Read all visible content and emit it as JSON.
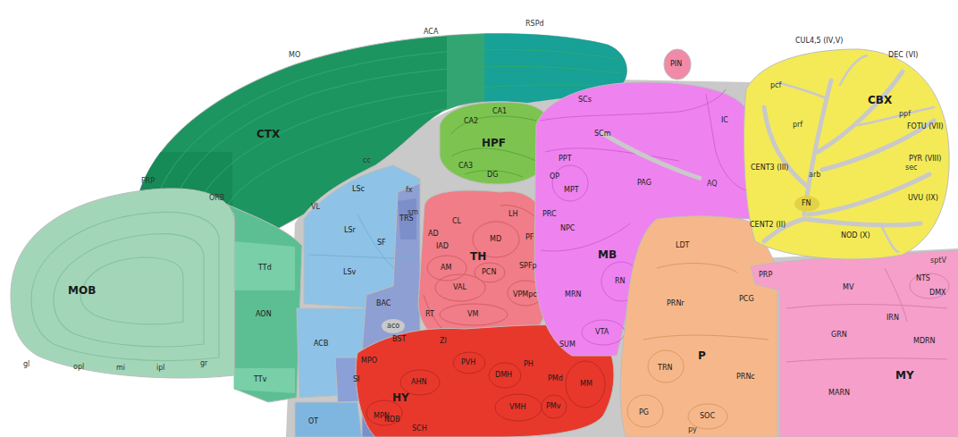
{
  "diagram": {
    "nodes": [
      {
        "text": [
          "MOB"
        ]
      },
      {
        "text": [
          "CTX"
        ]
      },
      {
        "text": [
          "TTd"
        ]
      },
      {
        "text": [
          "AON"
        ]
      },
      {
        "text": [
          "TTv"
        ]
      },
      {
        "text": [
          "OT"
        ]
      },
      {
        "text": [
          "ACB"
        ]
      },
      {
        "text": [
          "LSc"
        ]
      },
      {
        "text": [
          "LSr"
        ]
      },
      {
        "text": [
          "LSv"
        ]
      },
      {
        "text": [
          "SF"
        ]
      },
      {
        "text": [
          "TRS"
        ]
      },
      {
        "text": [
          "BAC"
        ]
      },
      {
        "text": [
          "BST"
        ]
      },
      {
        "text": [
          "SI"
        ]
      },
      {
        "text": [
          "NDB"
        ]
      },
      {
        "text": [
          "HPF"
        ]
      },
      {
        "text": [
          "CA1"
        ],
        "in": 16
      },
      {
        "text": [
          "CA2"
        ],
        "in": 16
      },
      {
        "text": [
          "CA3"
        ],
        "in": 16
      },
      {
        "text": [
          "DG"
        ],
        "in": 16
      },
      {
        "text": [
          "TH"
        ]
      },
      {
        "text": [
          "LH"
        ],
        "in": 21
      },
      {
        "text": [
          "CL"
        ],
        "in": 21
      },
      {
        "text": [
          "AD"
        ],
        "in": 21
      },
      {
        "text": [
          "IAD"
        ],
        "in": 21
      },
      {
        "text": [
          "MD"
        ],
        "in": 21
      },
      {
        "text": [
          "PF"
        ],
        "in": 21
      },
      {
        "text": [
          "AM"
        ],
        "in": 21
      },
      {
        "text": [
          "PCN"
        ],
        "in": 21
      },
      {
        "text": [
          "SPFp"
        ],
        "in": 21
      },
      {
        "text": [
          "VAL"
        ],
        "in": 21
      },
      {
        "text": [
          "VPMpc"
        ],
        "in": 21
      },
      {
        "text": [
          "RT"
        ],
        "in": 21
      },
      {
        "text": [
          "VM"
        ],
        "in": 21
      },
      {
        "text": [
          "HY"
        ]
      },
      {
        "text": [
          "MPO"
        ],
        "in": 35
      },
      {
        "text": [
          "ZI"
        ],
        "in": 35
      },
      {
        "text": [
          "PVH"
        ],
        "in": 35
      },
      {
        "text": [
          "DMH"
        ],
        "in": 35
      },
      {
        "text": [
          "PH"
        ],
        "in": 35
      },
      {
        "text": [
          "SUM"
        ],
        "in": 35
      },
      {
        "text": [
          "PMd"
        ],
        "in": 35
      },
      {
        "text": [
          "MM"
        ],
        "in": 35
      },
      {
        "text": [
          "AHN"
        ],
        "in": 35
      },
      {
        "text": [
          "VMH"
        ],
        "in": 35
      },
      {
        "text": [
          "PMv"
        ],
        "in": 35
      },
      {
        "text": [
          "MPN"
        ],
        "in": 35
      },
      {
        "text": [
          "SCH"
        ],
        "in": 35
      },
      {
        "text": [
          "MB"
        ]
      },
      {
        "text": [
          "SCs"
        ],
        "in": 49
      },
      {
        "text": [
          "SCm"
        ],
        "in": 49
      },
      {
        "text": [
          "IC"
        ],
        "in": 49
      },
      {
        "text": [
          "PPT"
        ],
        "in": 49
      },
      {
        "text": [
          "OP"
        ],
        "in": 49
      },
      {
        "text": [
          "MPT"
        ],
        "in": 49
      },
      {
        "text": [
          "PAG"
        ],
        "in": 49
      },
      {
        "text": [
          "PRC"
        ],
        "in": 49
      },
      {
        "text": [
          "NPC"
        ],
        "in": 49
      },
      {
        "text": [
          "MRN"
        ],
        "in": 49
      },
      {
        "text": [
          "RN"
        ],
        "in": 49
      },
      {
        "text": [
          "VTA"
        ],
        "in": 49
      },
      {
        "text": [
          "PIN"
        ]
      },
      {
        "text": [
          "CBX"
        ]
      },
      {
        "text": [
          "CUL4,5 (IV,V)"
        ],
        "in": 63
      },
      {
        "text": [
          "DEC (VI)"
        ],
        "in": 63
      },
      {
        "text": [
          "FOTU (VII)"
        ],
        "in": 63
      },
      {
        "text": [
          "PYR (VIII)"
        ],
        "in": 63
      },
      {
        "text": [
          "UVU (IX)"
        ],
        "in": 63
      },
      {
        "text": [
          "CENT3 (III)"
        ],
        "in": 63
      },
      {
        "text": [
          "FN"
        ],
        "in": 63
      },
      {
        "text": [
          "CENT2 (II)"
        ],
        "in": 63
      },
      {
        "text": [
          "NOD (X)"
        ],
        "in": 63
      },
      {
        "text": [
          "P"
        ]
      },
      {
        "text": [
          "LDT"
        ],
        "in": 73
      },
      {
        "text": [
          "PCG"
        ],
        "in": 73
      },
      {
        "text": [
          "PRNr"
        ],
        "in": 73
      },
      {
        "text": [
          "TRN"
        ],
        "in": 73
      },
      {
        "text": [
          "PRNc"
        ],
        "in": 73
      },
      {
        "text": [
          "PG"
        ],
        "in": 73
      },
      {
        "text": [
          "SOC"
        ],
        "in": 73
      },
      {
        "text": [
          "MY"
        ]
      },
      {
        "text": [
          "PRP"
        ],
        "in": 81
      },
      {
        "text": [
          "MV"
        ],
        "in": 81
      },
      {
        "text": [
          "NTS"
        ],
        "in": 81
      },
      {
        "text": [
          "DMX"
        ],
        "in": 81
      },
      {
        "text": [
          "IRN"
        ],
        "in": 81
      },
      {
        "text": [
          "GRN"
        ],
        "in": 81
      },
      {
        "text": [
          "MDRN"
        ],
        "in": 81
      },
      {
        "text": [
          "MARN"
        ],
        "in": 81
      }
    ],
    "labels": [
      "FRP",
      "MO",
      "ACA",
      "RSPd",
      "ORB",
      "gl",
      "opl",
      "mi",
      "ipl",
      "gr",
      "VL",
      "cc",
      "fx",
      "sm",
      "aco",
      "AQ",
      "py",
      "arb",
      "pcf",
      "prf",
      "ppf",
      "sec",
      "sptV"
    ]
  }
}
